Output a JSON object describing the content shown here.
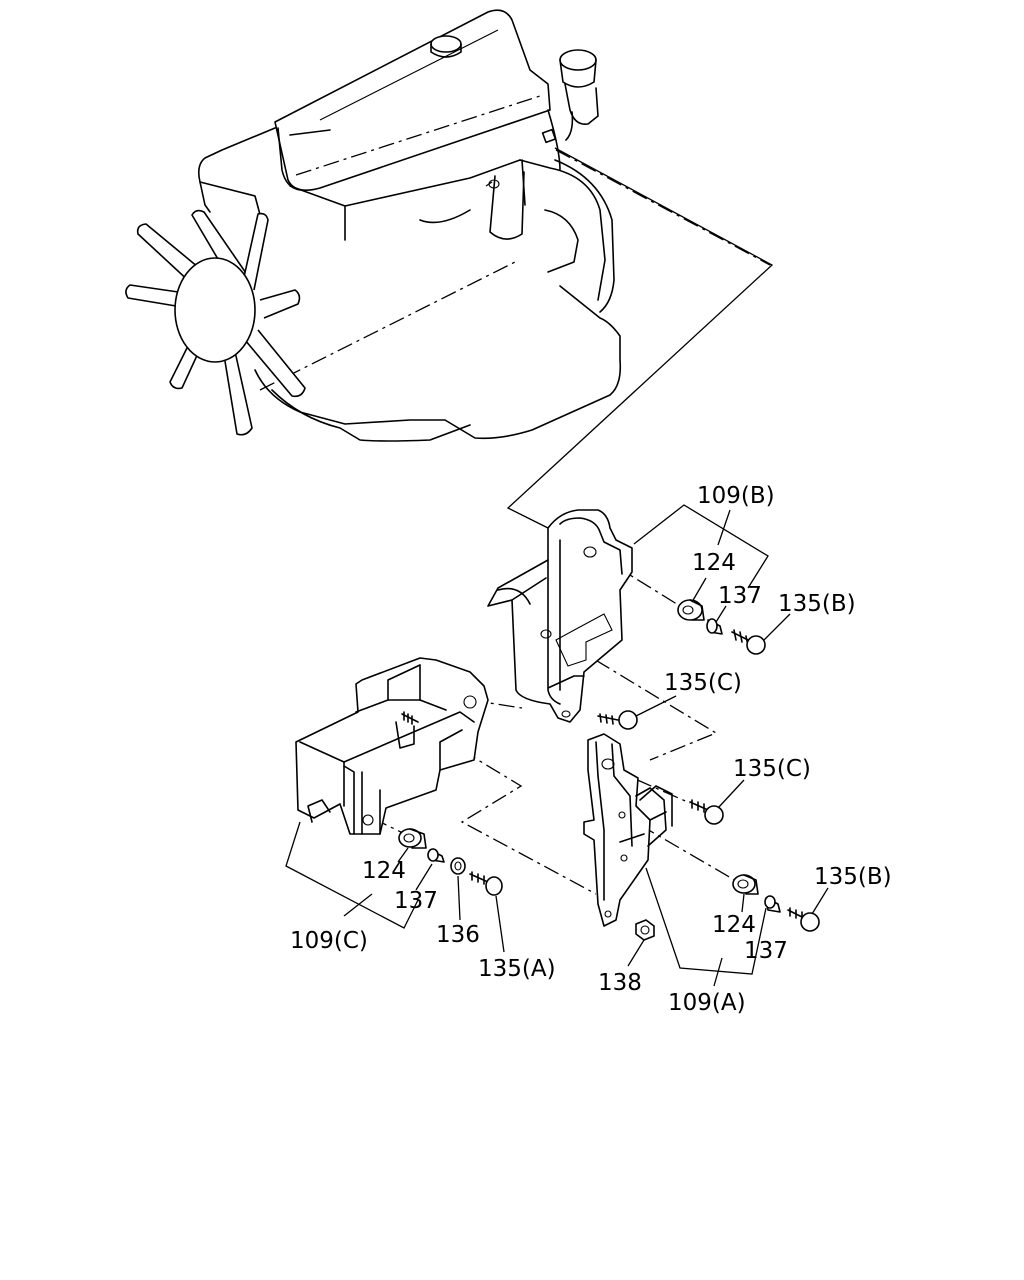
{
  "callouts": {
    "c109b": "109(B)",
    "c124_top": "124",
    "c137_top": "137",
    "c135b_top": "135(B)",
    "c135c_mid": "135(C)",
    "c135c_right": "135(C)",
    "c124_left": "124",
    "c137_left": "137",
    "c109c": "109(C)",
    "c136": "136",
    "c135a": "135(A)",
    "c138": "138",
    "c135b_bot": "135(B)",
    "c124_right": "124",
    "c137_right": "137",
    "c109a": "109(A)"
  }
}
